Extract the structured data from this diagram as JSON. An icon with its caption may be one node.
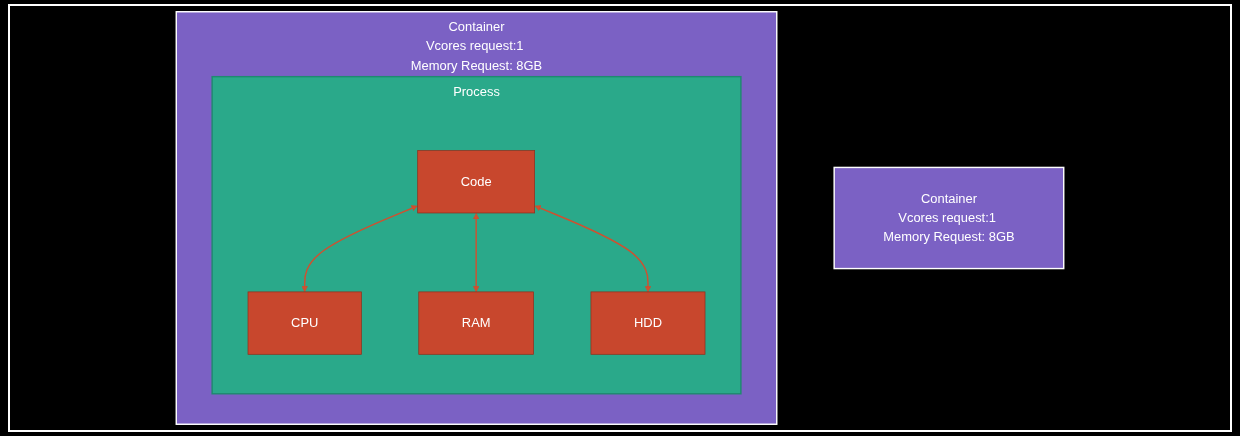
{
  "diagram": {
    "nodes": [
      {
        "text": [
          "Container",
          "Vcores request:1 Memory Request: 8GB"
        ]
      },
      {
        "text": [
          "Container",
          "Vcores request:1 Memory Request: 8GB"
        ]
      },
      {
        "text": [
          "Process"
        ],
        "in": 1
      },
      {
        "text": [
          "Code"
        ],
        "in": 2
      },
      {
        "text": [
          "CPU"
        ],
        "in": 2
      },
      {
        "text": [
          "RAM"
        ],
        "in": 2
      },
      {
        "text": [
          "HDD"
        ],
        "in": 2
      }
    ],
    "edges": [
      {
        "from": 3,
        "to": 4,
        "arrow": "both"
      },
      {
        "from": 3,
        "to": 5,
        "arrow": "both"
      },
      {
        "from": 3,
        "to": 6,
        "arrow": "both"
      }
    ]
  }
}
